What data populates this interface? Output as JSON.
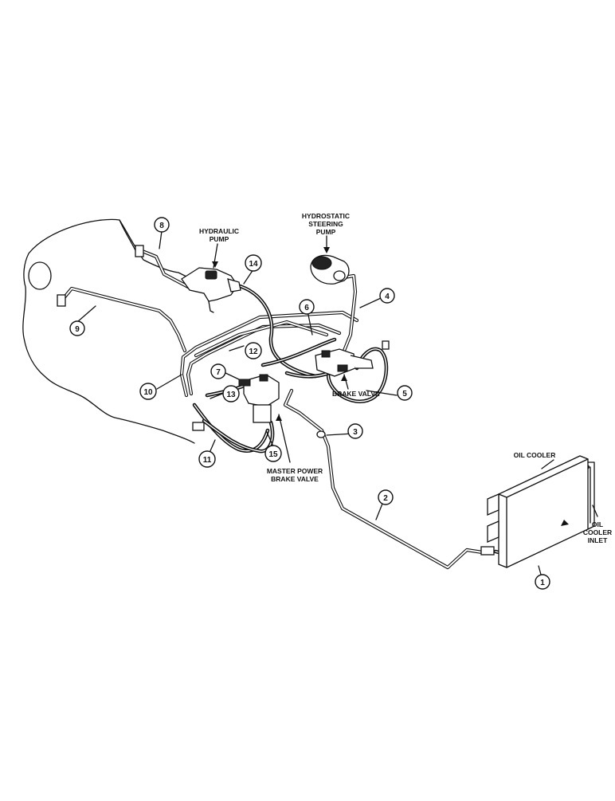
{
  "labels": {
    "hydraulic_pump": [
      "HYDRAULIC",
      "PUMP"
    ],
    "hydrostatic_steering_pump": [
      "HYDROSTATIC",
      "STEERING",
      "PUMP"
    ],
    "brake_valve": "BRAKE VALVE",
    "master_power_brake_valve": [
      "MASTER POWER",
      "BRAKE VALVE"
    ],
    "oil_cooler": "OIL COOLER",
    "oil_cooler_inlet": [
      "OIL",
      "COOLER",
      "INLET"
    ]
  },
  "callouts": [
    "1",
    "2",
    "3",
    "4",
    "5",
    "6",
    "7",
    "8",
    "9",
    "10",
    "11",
    "12",
    "13",
    "14",
    "15"
  ]
}
